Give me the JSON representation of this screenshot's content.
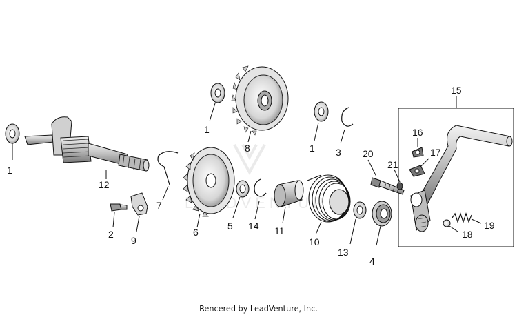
{
  "parts": {
    "p1a": "1",
    "p1b": "1",
    "p1c": "1",
    "p2": "2",
    "p3": "3",
    "p4": "4",
    "p5": "5",
    "p6": "6",
    "p7": "7",
    "p8": "8",
    "p9": "9",
    "p10": "10",
    "p11": "11",
    "p12": "12",
    "p13": "13",
    "p14": "14",
    "p15": "15",
    "p16": "16",
    "p17": "17",
    "p18": "18",
    "p19": "19",
    "p20": "20",
    "p21": "21"
  },
  "footer": {
    "credit": "Rencered by LeadVenture, Inc."
  },
  "watermark": "LEADVENTURE"
}
